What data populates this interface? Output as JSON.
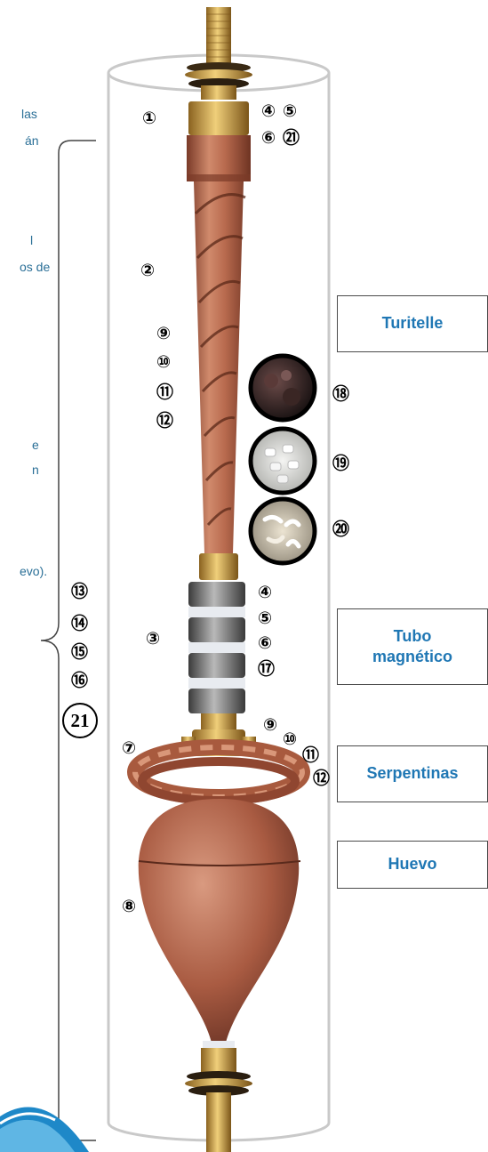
{
  "left_text_fragments": [
    "las",
    "án",
    "l",
    "os de",
    "e",
    "n",
    "evo)."
  ],
  "markers": {
    "1": "①",
    "2": "②",
    "3": "③",
    "4": "④",
    "5": "⑤",
    "6": "⑥",
    "7": "⑦",
    "8": "⑧",
    "9": "⑨",
    "10": "⑩",
    "11": "⑪",
    "12": "⑫",
    "13": "⑬",
    "14": "⑭",
    "15": "⑮",
    "16": "⑯",
    "17": "⑰",
    "18": "⑱",
    "19": "⑲",
    "20": "⑳",
    "21": "㉑",
    "21_large": "21"
  },
  "labels": {
    "turitelle": "Turitelle",
    "tubo_line1": "Tubo",
    "tubo_line2": "magnético",
    "serpentinas": "Serpentinas",
    "huevo": "Huevo"
  },
  "colors": {
    "label_text": "#1f77b4",
    "snippet_text": "#2a6f97",
    "copper": "#b5654a",
    "brass": "#c9a04a",
    "magnet": "#6d6d6d",
    "ring": "#e8ebf0"
  }
}
